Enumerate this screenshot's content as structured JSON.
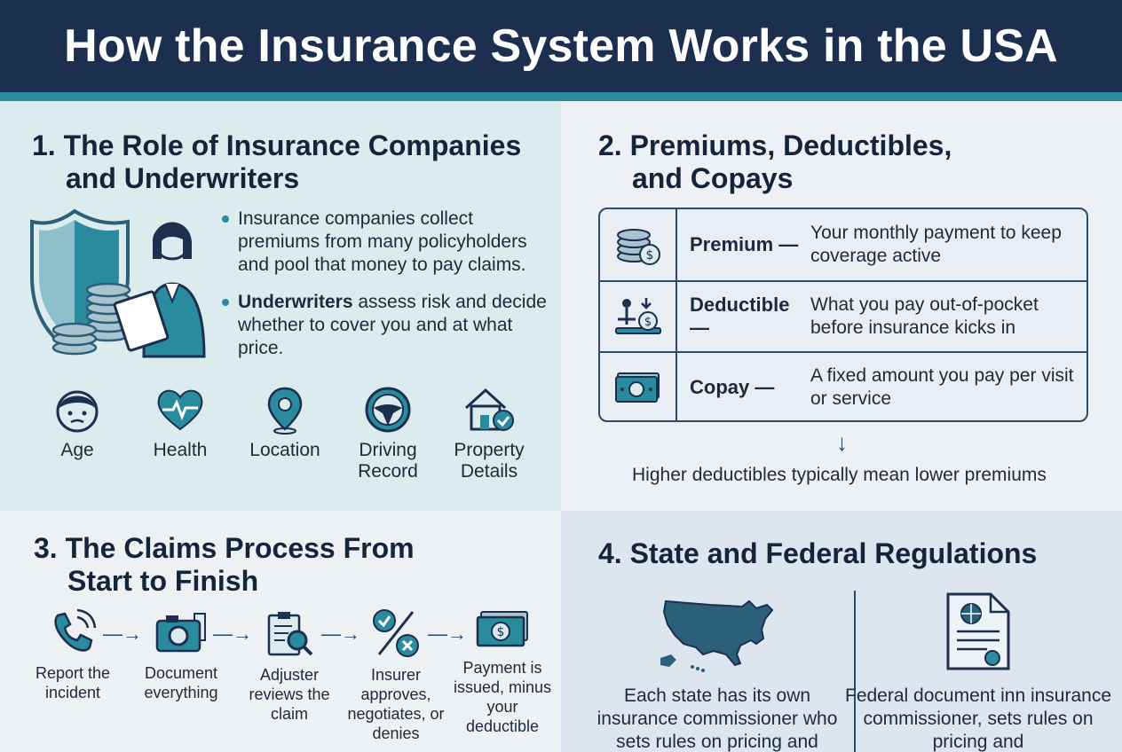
{
  "title": "How the Insurance System Works in the USA",
  "colors": {
    "navy": "#1c2f4f",
    "teal": "#2a8a9e",
    "dark_teal": "#2c5f7a"
  },
  "section1": {
    "title_line1": "1. The Role of Insurance Companies",
    "title_line2": "and Underwriters",
    "bullet1": "Insurance companies collect premiums from many policyholders and pool that money to pay claims.",
    "bullet2_bold": "Underwriters",
    "bullet2_rest": " assess risk and decide whether to cover you and at what price.",
    "factors": [
      {
        "label": "Age",
        "icon": "face-icon"
      },
      {
        "label": "Health",
        "icon": "heart-icon"
      },
      {
        "label": "Location",
        "icon": "location-pin-icon"
      },
      {
        "label": "Driving Record",
        "icon": "steering-wheel-icon"
      },
      {
        "label": "Property Details",
        "icon": "house-check-icon"
      }
    ]
  },
  "section2": {
    "title_line1": "2. Premiums, Deductibles,",
    "title_line2": "and Copays",
    "rows": [
      {
        "term": "Premium —",
        "desc": "Your monthly payment to keep coverage active",
        "icon": "coin-stack-icon"
      },
      {
        "term": "Deductible —",
        "desc": "What you pay out-of-pocket before insurance kicks in",
        "icon": "scale-coin-icon"
      },
      {
        "term": "Copay —",
        "desc": "A fixed amount you pay per visit or service",
        "icon": "banknote-icon"
      }
    ],
    "arrow": "↓",
    "note": "Higher deductibles typically mean lower premiums"
  },
  "section3": {
    "title_line1": "3. The Claims Process From",
    "title_line2": "Start to Finish",
    "steps": [
      {
        "label": "Report the incident",
        "icon": "phone-icon"
      },
      {
        "label": "Document everything",
        "icon": "camera-icon"
      },
      {
        "label": "Adjuster reviews the claim",
        "icon": "clipboard-magnifier-icon"
      },
      {
        "label": "Insurer approves, negotiates, or denies",
        "icon": "approve-deny-icon"
      },
      {
        "label": "Payment is issued, minus your deductible",
        "icon": "money-icon"
      }
    ],
    "arrow": "—→"
  },
  "section4": {
    "title": "4. State and Federal Regulations",
    "left_text": "Each state has its own insurance commissioner who sets rules on pricing and",
    "right_text": "Federal document inn insurance commissioner, sets rules on pricing and"
  }
}
